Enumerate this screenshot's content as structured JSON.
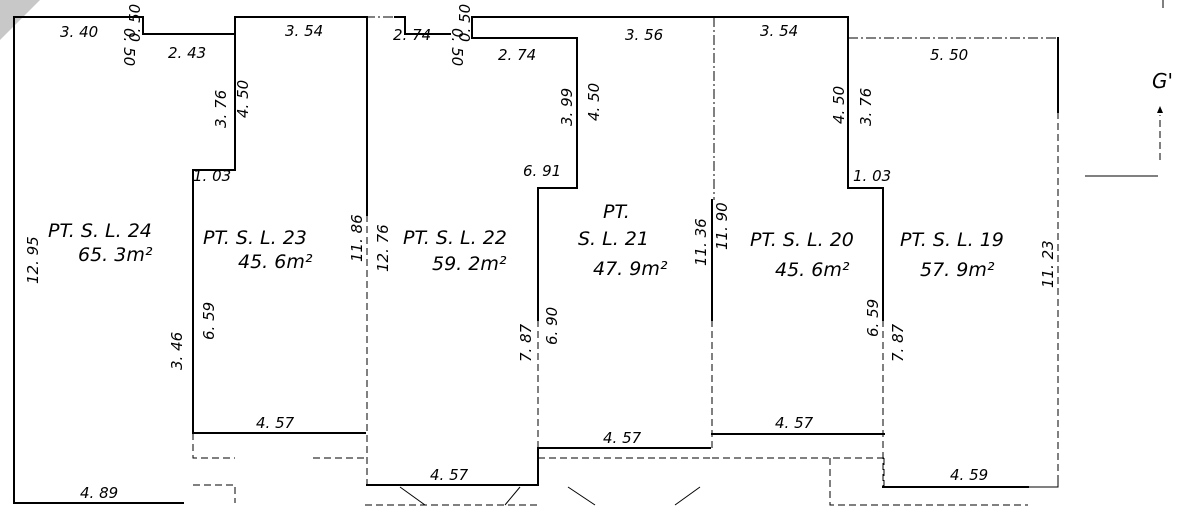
{
  "lots": [
    {
      "label": "PT. S. L. 24",
      "area": "65. 3m²"
    },
    {
      "label": "PT. S. L. 23",
      "area": "45. 6m²"
    },
    {
      "label": "PT. S. L. 22",
      "area": "59. 2m²"
    },
    {
      "label_line1": "PT.",
      "label_line2": "S. L.  21",
      "area": "47. 9m²"
    },
    {
      "label": "PT. S. L. 20",
      "area": "45. 6m²"
    },
    {
      "label": "PT. S. L. 19",
      "area": "57. 9m²"
    }
  ],
  "dimensions": {
    "d_3_40": "3. 40",
    "d_0_50_a": "0. 50",
    "d_0_50_b": "0. 50",
    "d_2_43": "2. 43",
    "d_3_54_a": "3. 54",
    "d_2_74_a": "2. 74",
    "d_0_50_c": "0. 50",
    "d_0_50_d": "0. 50",
    "d_2_74_b": "2. 74",
    "d_3_56": "3. 56",
    "d_3_54_b": "3. 54",
    "d_5_50": "5. 50",
    "d_3_76_a": "3. 76",
    "d_4_50_a": "4. 50",
    "d_1_03_a": "1. 03",
    "d_3_99": "3. 99",
    "d_4_50_b": "4. 50",
    "d_6_91": "6. 91",
    "d_4_50_c": "4. 50",
    "d_3_76_b": "3. 76",
    "d_1_03_b": "1. 03",
    "d_12_95": "12. 95",
    "d_11_86": "11. 86",
    "d_12_76": "12. 76",
    "d_11_36": "11. 36",
    "d_11_90": "11. 90",
    "d_11_23": "11. 23",
    "d_6_59_a": "6. 59",
    "d_3_46": "3. 46",
    "d_7_87_a": "7. 87",
    "d_6_90": "6. 90",
    "d_6_59_b": "6. 59",
    "d_7_87_b": "7. 87",
    "d_4_89": "4. 89",
    "d_4_57_a": "4. 57",
    "d_4_57_b": "4. 57",
    "d_4_57_c": "4. 57",
    "d_4_57_d": "4. 57",
    "d_4_59": "4. 59"
  },
  "section_marker": "G'"
}
